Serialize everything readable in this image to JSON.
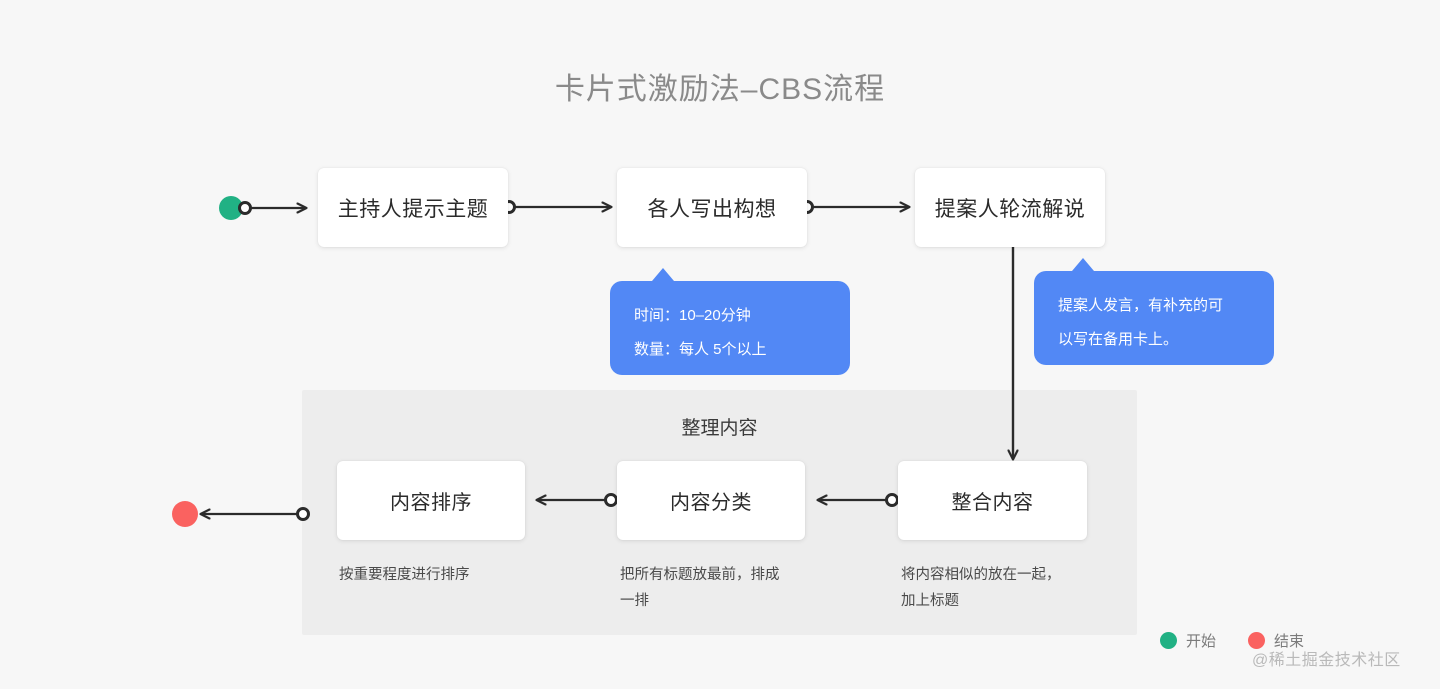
{
  "page": {
    "title": "卡片式激励法–CBS流程",
    "background_color": "#f7f7f7"
  },
  "colors": {
    "start_dot": "#21b184",
    "end_dot": "#fa6260",
    "bubble": "#5288f5",
    "panel": "#ededed",
    "connector": "#2b2b2b",
    "node_bg": "#ffffff",
    "title_text": "#8a8a8a"
  },
  "flow": {
    "top_row": [
      {
        "id": "node-1",
        "label": "主持人提示主题"
      },
      {
        "id": "node-2",
        "label": "各人写出构想"
      },
      {
        "id": "node-3",
        "label": "提案人轮流解说"
      }
    ],
    "group": {
      "title": "整理内容",
      "nodes": [
        {
          "id": "node-4",
          "label": "内容排序",
          "caption": "按重要程度进行排序"
        },
        {
          "id": "node-5",
          "label": "内容分类",
          "caption": "把所有标题放最前，排成一排"
        },
        {
          "id": "node-6",
          "label": "整合内容",
          "caption": "将内容相似的放在一起，加上标题"
        }
      ]
    }
  },
  "bubbles": [
    {
      "id": "bubble-time",
      "lines": [
        "时间：10–20分钟",
        "数量：每人 5个以上"
      ]
    },
    {
      "id": "bubble-note",
      "lines": [
        "提案人发言，有补充的可",
        "以写在备用卡上。"
      ]
    }
  ],
  "legend": {
    "items": [
      {
        "label": "开始",
        "color": "#21b184"
      },
      {
        "label": "结束",
        "color": "#fa6260"
      }
    ]
  },
  "watermark": {
    "text": "@稀土掘金技术社区"
  }
}
